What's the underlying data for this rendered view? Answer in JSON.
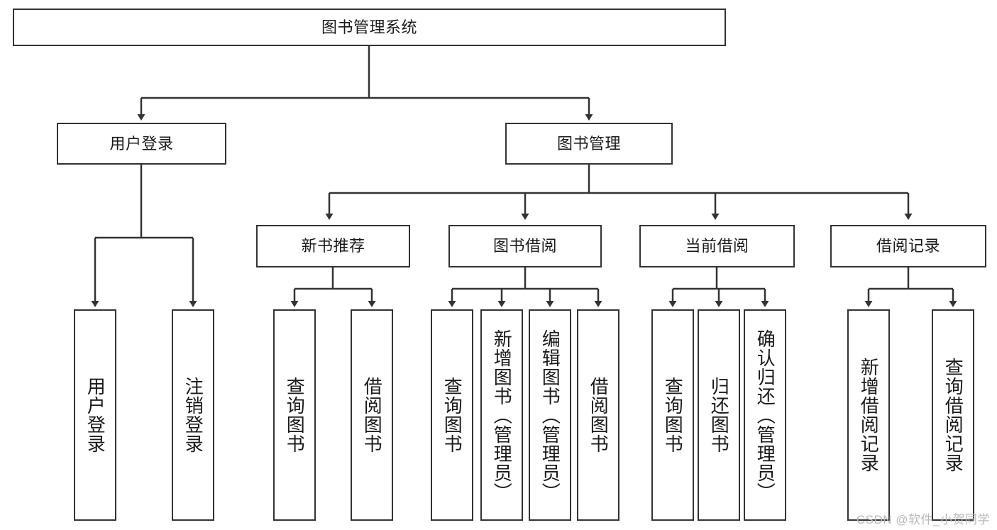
{
  "diagram": {
    "title": "图书管理系统",
    "type": "hierarchy-tree",
    "colors": {
      "background": "#ffffff",
      "box_border": "#333333",
      "box_fill": "#ffffff",
      "connector": "#333333",
      "text": "#1a1a1a",
      "watermark": "#b9b9b9"
    },
    "root": {
      "label": "图书管理系统"
    },
    "level2": [
      {
        "label": "用户登录"
      },
      {
        "label": "图书管理"
      }
    ],
    "level3": [
      {
        "label": "新书推荐"
      },
      {
        "label": "图书借阅"
      },
      {
        "label": "当前借阅"
      },
      {
        "label": "借阅记录"
      }
    ],
    "leaves": {
      "user_login": [
        {
          "label": "用户登录"
        },
        {
          "label": "注销登录"
        }
      ],
      "new_book_recommend": [
        {
          "label": "查询图书"
        },
        {
          "label": "借阅图书"
        }
      ],
      "book_borrow": [
        {
          "label": "查询图书"
        },
        {
          "label": "新增图书（管理员）"
        },
        {
          "label": "编辑图书（管理员）"
        },
        {
          "label": "借阅图书"
        }
      ],
      "current_borrow": [
        {
          "label": "查询图书"
        },
        {
          "label": "归还图书"
        },
        {
          "label": "确认归还（管理员）"
        }
      ],
      "borrow_record": [
        {
          "label": "新增借阅记录"
        },
        {
          "label": "查询借阅记录"
        }
      ]
    }
  },
  "watermark": {
    "text": "CSDN @软件_小贺同学"
  }
}
